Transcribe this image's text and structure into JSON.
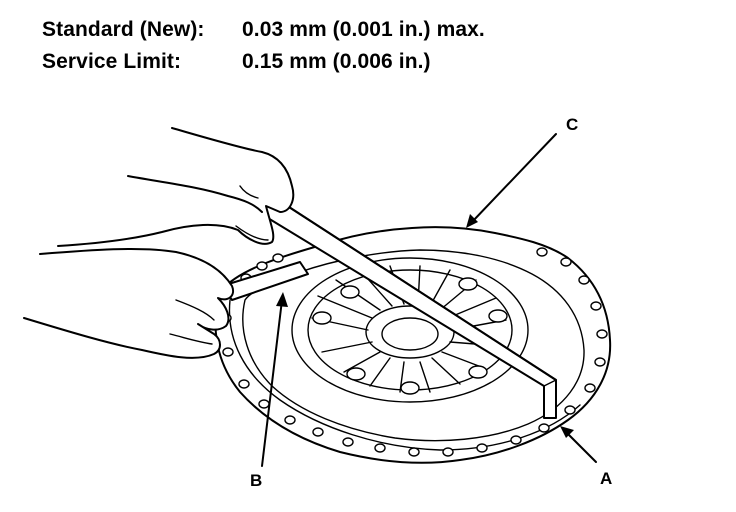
{
  "specs": {
    "standard_label": "Standard (New):",
    "standard_value": "0.03 mm (0.001 in.) max.",
    "service_label": "Service Limit:",
    "service_value": "0.15 mm (0.006 in.)"
  },
  "callouts": {
    "a": "A",
    "b": "B",
    "c": "C"
  }
}
